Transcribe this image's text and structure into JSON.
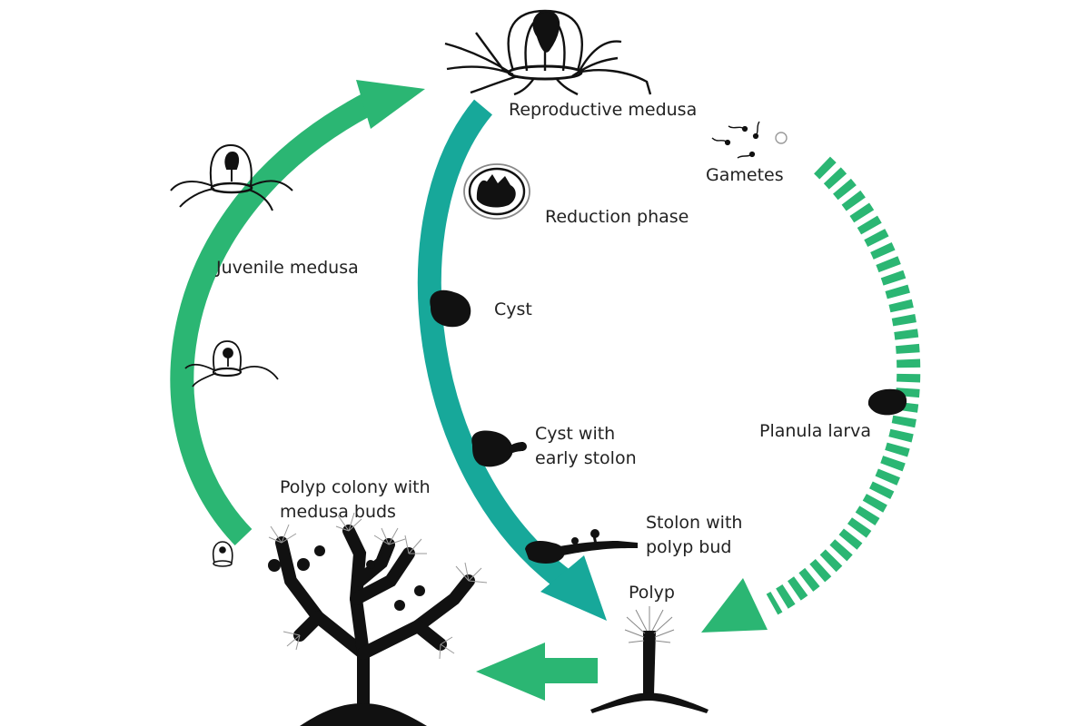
{
  "labels": {
    "reproductive_medusa": "Reproductive medusa",
    "gametes": "Gametes",
    "reduction_phase": "Reduction phase",
    "juvenile_medusa": "Juvenile medusa",
    "cyst": "Cyst",
    "cyst_with_early_stolon": [
      "Cyst with",
      "early stolon"
    ],
    "planula_larva": "Planula larva",
    "polyp_colony": [
      "Polyp colony with",
      "medusa buds"
    ],
    "stolon_with_polyp_bud": [
      "Stolon with",
      "polyp bud"
    ],
    "polyp": "Polyp"
  },
  "colors": {
    "green_arrow": "#2bb673",
    "teal_arrow": "#17a89a",
    "ink": "#111111",
    "text": "#222222"
  },
  "icons": [
    "reproductive-medusa-icon",
    "juvenile-medusa-icon",
    "gamete-sperm-icon",
    "egg-icon",
    "reduction-phase-icon",
    "cyst-icon",
    "cyst-stolon-icon",
    "stolon-bud-icon",
    "planula-larva-icon",
    "polyp-icon",
    "polyp-colony-icon"
  ]
}
